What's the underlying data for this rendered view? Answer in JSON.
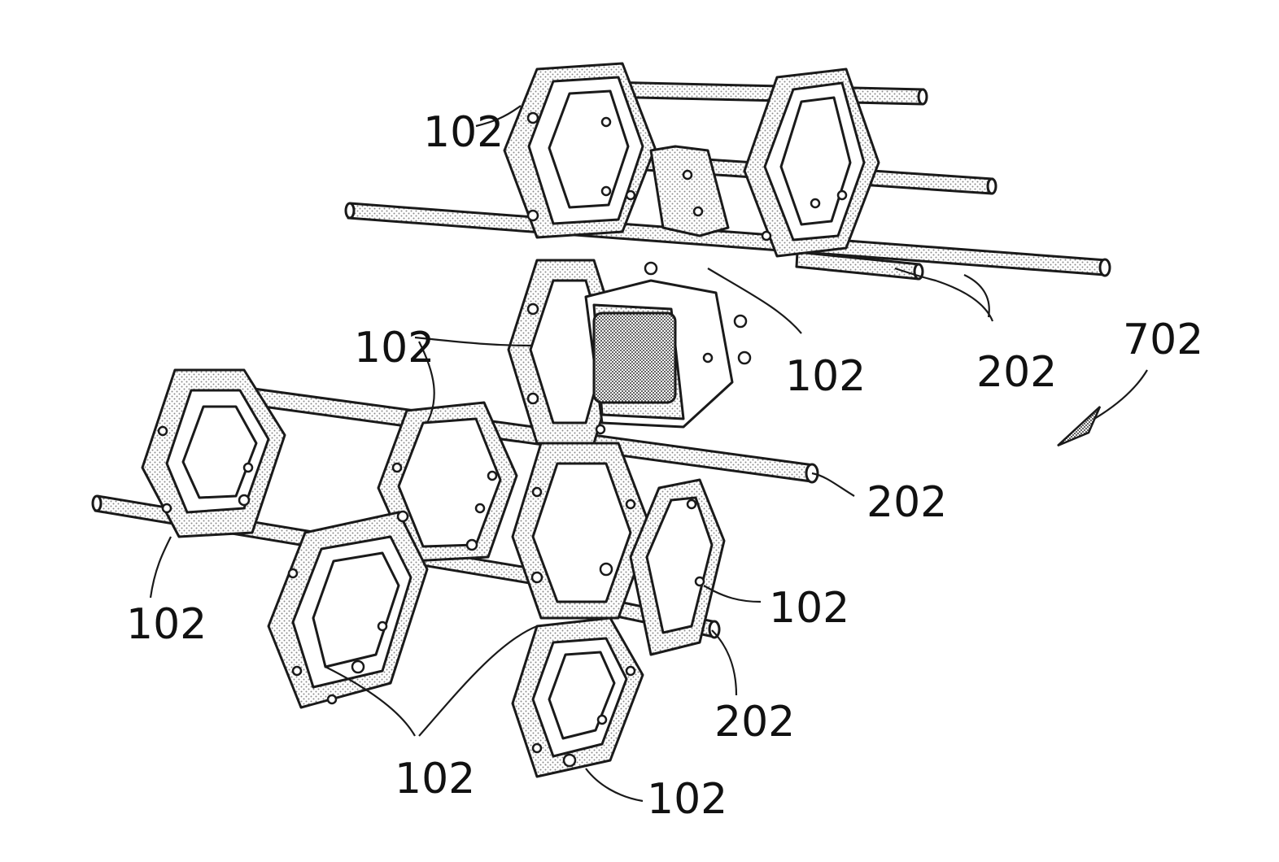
{
  "figure": {
    "assembly_label": "702",
    "labels": [
      {
        "text": "102"
      },
      {
        "text": "102"
      },
      {
        "text": "102"
      },
      {
        "text": "102"
      },
      {
        "text": "102"
      },
      {
        "text": "102"
      },
      {
        "text": "102"
      },
      {
        "text": "202"
      },
      {
        "text": "202"
      },
      {
        "text": "202"
      }
    ]
  },
  "colors": {
    "line": "#1a1a1a",
    "stipple": "#9a9a9a",
    "background": "#ffffff"
  }
}
